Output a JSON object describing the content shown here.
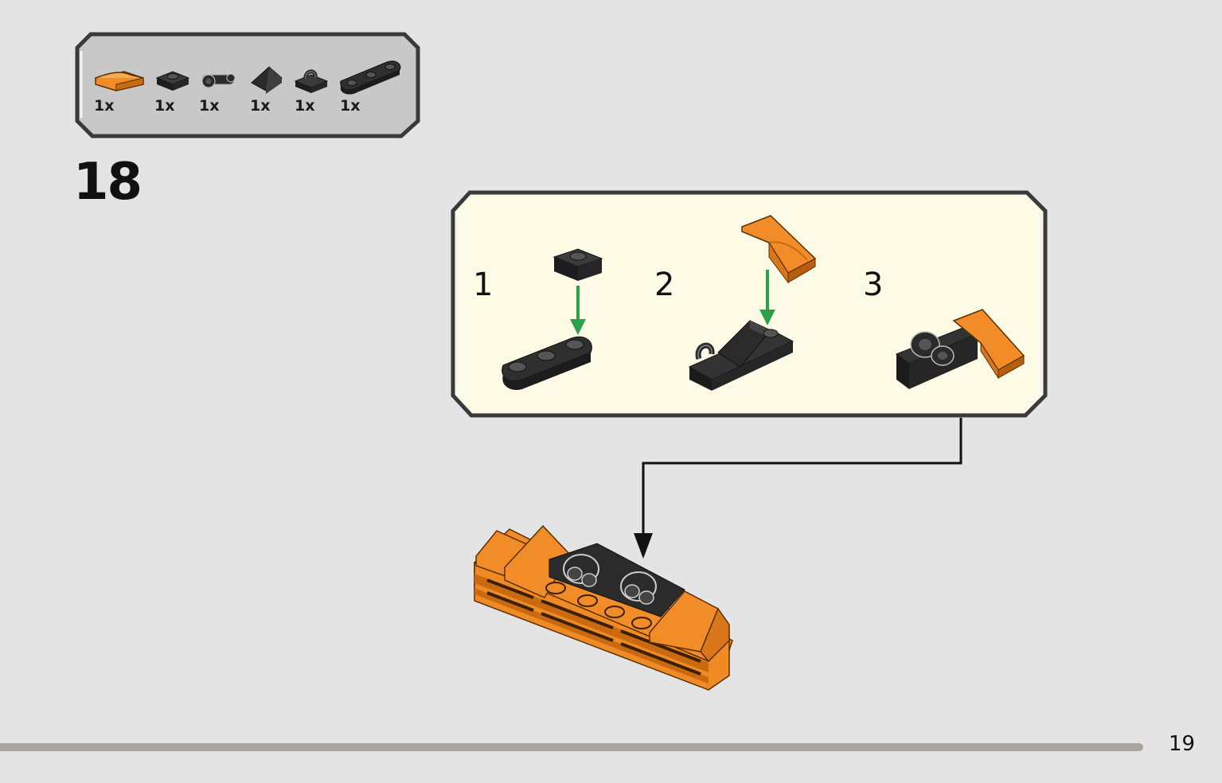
{
  "step": {
    "number": "18"
  },
  "parts": [
    {
      "name": "orange-curved-slope-icon",
      "qty": "1x",
      "color": "#f28c28"
    },
    {
      "name": "black-plate-1x1-icon",
      "qty": "1x",
      "color": "#2b2b2b"
    },
    {
      "name": "black-technic-pin-icon",
      "qty": "1x",
      "color": "#2b2b2b"
    },
    {
      "name": "black-slope-icon",
      "qty": "1x",
      "color": "#2b2b2b"
    },
    {
      "name": "black-clip-plate-icon",
      "qty": "1x",
      "color": "#2b2b2b"
    },
    {
      "name": "black-plate-1x3-icon",
      "qty": "1x",
      "color": "#2b2b2b"
    }
  ],
  "substeps": [
    {
      "number": "1"
    },
    {
      "number": "2"
    },
    {
      "number": "3"
    }
  ],
  "colors": {
    "background": "#e4e4e4",
    "parts_panel": "#c8c8c8",
    "sub_panel": "#fdfbe6",
    "orange": "#f28c28",
    "black_brick": "#2b2b2b",
    "arrow_green": "#2aa14a"
  },
  "page": {
    "number": "19"
  }
}
